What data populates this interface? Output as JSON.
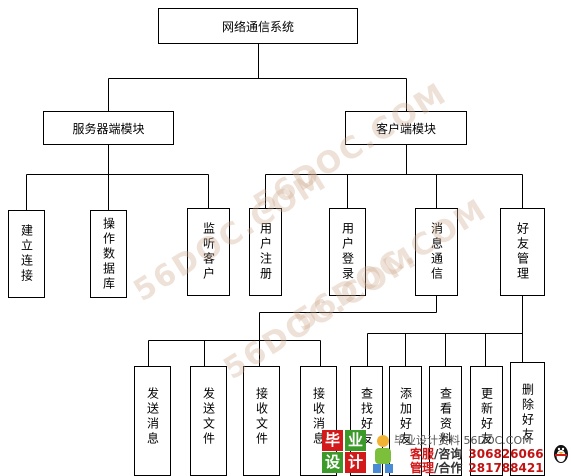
{
  "diagram": {
    "root": "网络通信系统",
    "server_module": "服务器端模块",
    "client_module": "客户端模块",
    "server_children": [
      "建立连接",
      "操作数据库",
      "监听客户"
    ],
    "client_children": [
      "用户注册",
      "用户登录",
      "消息通信",
      "好友管理"
    ],
    "message_children": [
      "发送消息",
      "发送文件",
      "接收文件",
      "接收消息"
    ],
    "friend_children": [
      "查找好友",
      "添加好友",
      "查看资料",
      "更新好友",
      "删除好友"
    ]
  },
  "watermark": {
    "text": "56DOC.COM"
  },
  "banner": {
    "logo_chars": [
      "毕",
      "业",
      "设",
      "计"
    ],
    "title": "毕业设计资料 56DOC.COM",
    "line1_a": "客服",
    "line1_b": "/咨询",
    "line1_num": "306826066",
    "line2_a": "管理",
    "line2_b": "/合作",
    "line2_num": "281788421"
  },
  "colors": {
    "line": "#000000",
    "watermark": "#cdaa8c",
    "logo_red": "#d21a1a",
    "logo_green": "#3c9a2a"
  }
}
